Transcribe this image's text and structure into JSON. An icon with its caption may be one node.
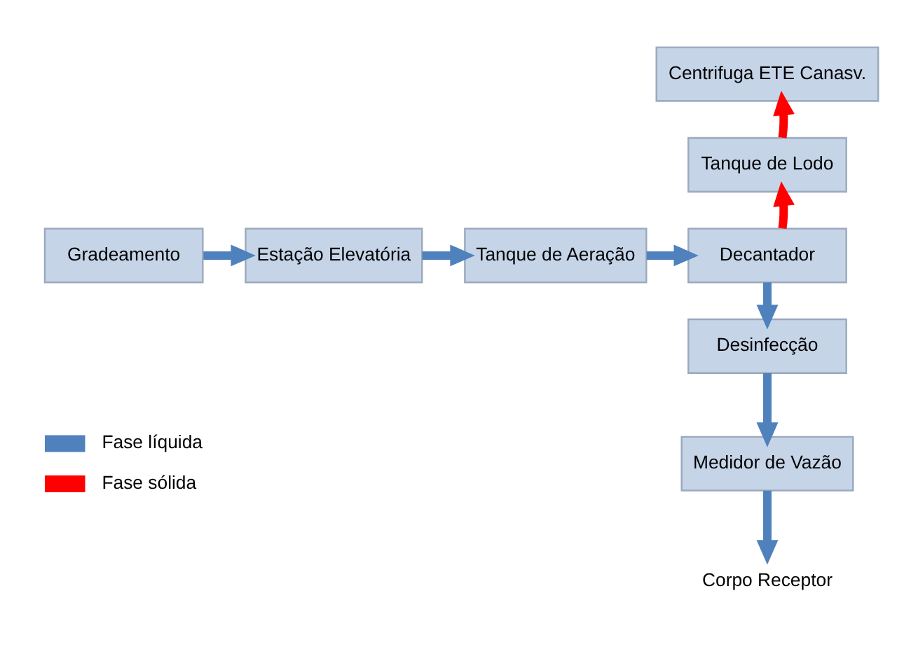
{
  "diagram": {
    "nodes": [
      {
        "text": [
          "Gradeamento"
        ]
      },
      {
        "text": [
          "Estação Elevatória"
        ]
      },
      {
        "text": [
          "Tanque de Aeração"
        ]
      },
      {
        "text": [
          "Decantador"
        ]
      },
      {
        "text": [
          "Tanque de Lodo"
        ]
      },
      {
        "text": [
          "Centrifuga ETE Canasv."
        ]
      },
      {
        "text": [
          "Desinfecção"
        ]
      },
      {
        "text": [
          "Medidor de Vazão"
        ]
      },
      {
        "text": [
          "Corpo Receptor"
        ]
      }
    ],
    "edges": [
      {
        "from": 0,
        "to": 1,
        "arrow": "to"
      },
      {
        "from": 1,
        "to": 2,
        "arrow": "to"
      },
      {
        "from": 2,
        "to": 3,
        "arrow": "to"
      },
      {
        "from": 3,
        "to": 4,
        "arrow": "to",
        "color": "#ff0000"
      },
      {
        "from": 4,
        "to": 5,
        "arrow": "to",
        "color": "#ff0000"
      },
      {
        "from": 3,
        "to": 6,
        "arrow": "to"
      },
      {
        "from": 6,
        "to": 7,
        "arrow": "to"
      },
      {
        "from": 7,
        "to": 8,
        "arrow": "to"
      }
    ],
    "legend": [
      {
        "text": "Fase líquida"
      },
      {
        "text": "Fase sólida"
      }
    ]
  }
}
